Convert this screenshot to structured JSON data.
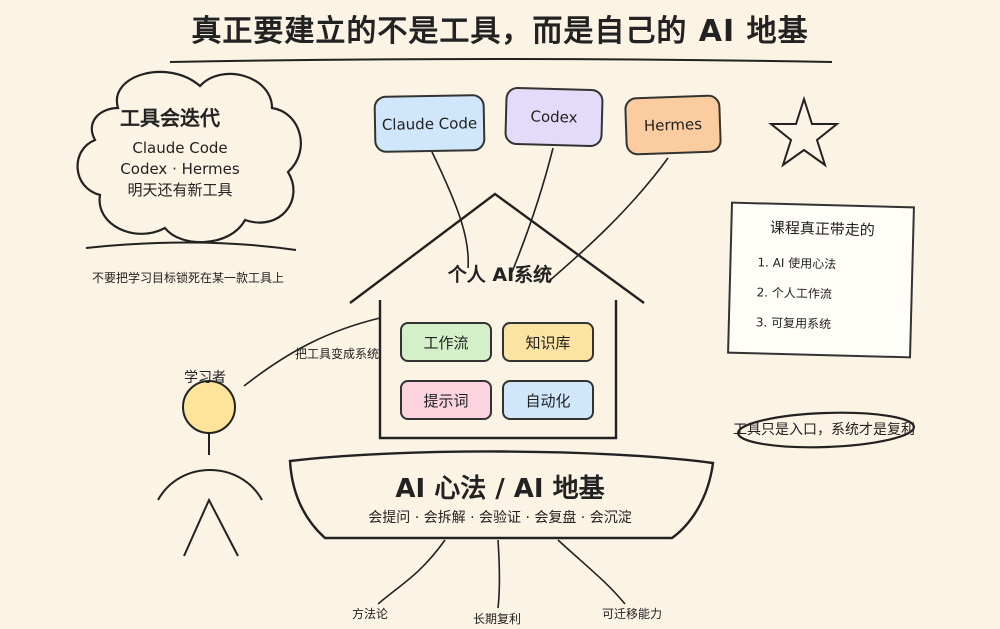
{
  "title": "真正要建立的不是工具，而是自己的 AI 地基",
  "cloud": {
    "heading": "工具会迭代",
    "lines": [
      "Claude Code",
      "Codex · Hermes",
      "明天还有新工具"
    ]
  },
  "cloud_note": "不要把学习目标锁死在某一款工具上",
  "tools": [
    {
      "label": "Claude Code",
      "color": "#cfe6fb"
    },
    {
      "label": "Codex",
      "color": "#e4daf9"
    },
    {
      "label": "Hermes",
      "color": "#fbcc9f"
    }
  ],
  "house": {
    "title": "个人 AI系统",
    "tiles": [
      {
        "label": "工作流",
        "color": "#d4f0c8"
      },
      {
        "label": "知识库",
        "color": "#fbe3a1"
      },
      {
        "label": "提示词",
        "color": "#fbd4e0"
      },
      {
        "label": "自动化",
        "color": "#cfe6fb"
      }
    ]
  },
  "learner": {
    "label": "学习者",
    "arrow_text": "把工具变成系统",
    "head_color": "#fde49a"
  },
  "card": {
    "title": "课程真正带走的",
    "items": [
      "1. AI 使用心法",
      "2. 个人工作流",
      "3. 可复用系统"
    ]
  },
  "oval_note": "工具只是入口，系统才是复利",
  "base": {
    "title": "AI 心法 / AI 地基",
    "subtitle": "会提问 · 会拆解 · 会验证 · 会复盘 · 会沉淀"
  },
  "roots": [
    "方法论",
    "长期复利",
    "可迁移能力"
  ]
}
